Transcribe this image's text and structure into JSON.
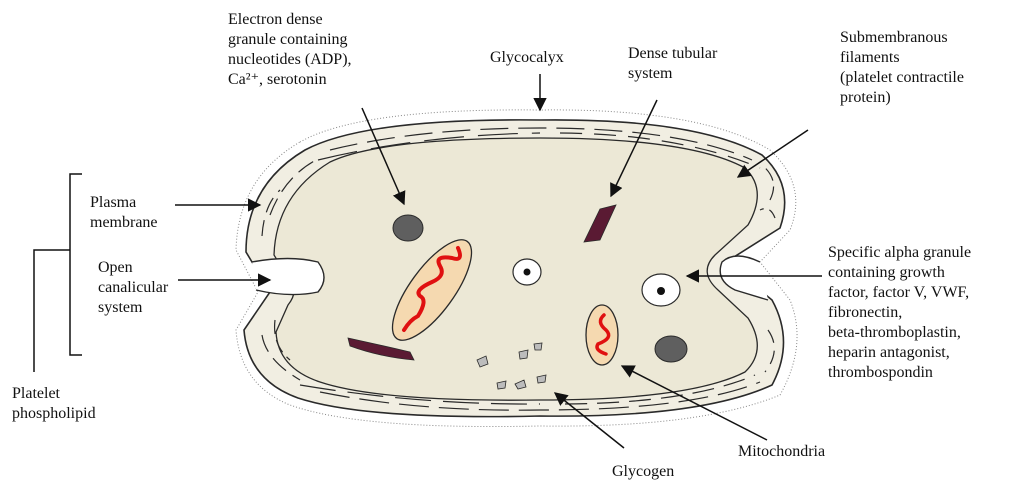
{
  "labels": {
    "electron_dense": [
      "Electron dense",
      "granule containing",
      "nucleotides (ADP),",
      "Ca²⁺, serotonin"
    ],
    "glycocalyx": "Glycocalyx",
    "dense_tubular": [
      "Dense tubular",
      "system"
    ],
    "submembranous": [
      "Submembranous",
      "filaments",
      "(platelet contractile",
      "protein)"
    ],
    "plasma_membrane": [
      "Plasma",
      "membrane"
    ],
    "open_canalicular": [
      "Open",
      "canalicular",
      "system"
    ],
    "platelet_phospholipid": [
      "Platelet",
      "phospholipid"
    ],
    "alpha_granule": [
      "Specific alpha granule",
      "containing growth",
      "factor, factor V, VWF,",
      "fibronectin,",
      "beta-thromboplastin,",
      "heparin antagonist,",
      "thrombospondin"
    ],
    "mitochondria": "Mitochondria",
    "glycogen": "Glycogen"
  },
  "colors": {
    "cell_outer": "#f1eee2",
    "cell_inner": "#ece8d6",
    "outline": "#2a2a2a",
    "dense_granule": "#5f5f5f",
    "tubular": "#5a1a33",
    "mito_fill": "#f5d9b0",
    "mito_cristae": "#e01010"
  }
}
